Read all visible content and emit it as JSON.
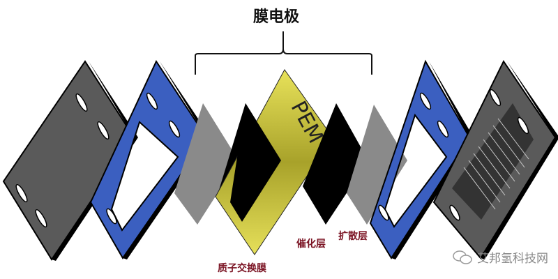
{
  "title": "膜电极",
  "pem_text": "PEM",
  "labels": {
    "membrane": "质子交换膜",
    "catalyst": "催化层",
    "diffusion": "扩散层"
  },
  "watermark": "艾邦氢科技网",
  "colors": {
    "plate": "#5a5a5a",
    "frame": "#3b5fc0",
    "diffusion": "#8a8a8a",
    "catalyst": "#000000",
    "pem": "#c8c23a",
    "label": "#7a1222"
  }
}
